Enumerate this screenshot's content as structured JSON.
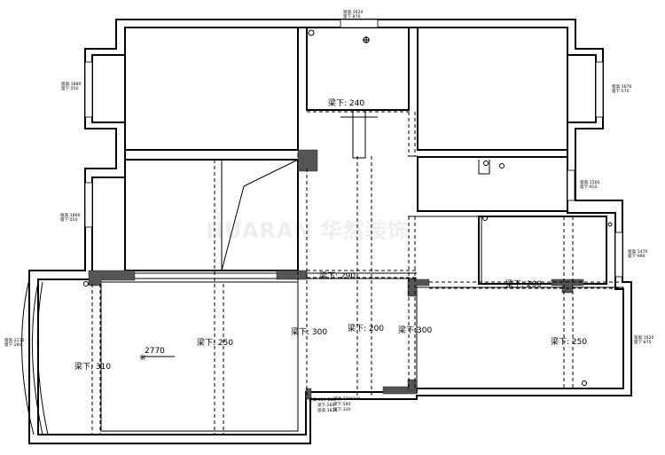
{
  "watermark": "HUARAN 华然装饰",
  "beam_labels": [
    {
      "text": "梁下: 240"
    },
    {
      "text": "梁下: 290"
    },
    {
      "text": "梁下: 200"
    },
    {
      "text": "梁下: 300"
    },
    {
      "text": "梁下: 200"
    },
    {
      "text": "梁下:300"
    },
    {
      "text": "梁下: 250"
    },
    {
      "text": "梁下: 310"
    },
    {
      "text": "梁下: 250"
    }
  ],
  "dimension": "2770",
  "room_mark": "※",
  "window_tags": [
    {
      "line1": "窗高:1620",
      "line2": "窗下:870"
    },
    {
      "line1": "窗高:1880",
      "line2": "窗下:550"
    },
    {
      "line1": "窗高:1670",
      "line2": "窗下:570"
    },
    {
      "line1": "窗高:1560",
      "line2": "窗下:910"
    },
    {
      "line1": "窗高:1860",
      "line2": "窗下:550"
    },
    {
      "line1": "窗高:1470",
      "line2": "窗下:990"
    },
    {
      "line1": "窗高:2210",
      "line2": "窗下:280"
    },
    {
      "line1": "窗高:1620",
      "line2": "窗下:870"
    }
  ],
  "pipe_notes": {
    "left": [
      "梁高:420*280",
      "梁下:280",
      "窗高:1820"
    ],
    "right": [
      "梁高:270*200",
      "梁下:580",
      "窗下:330"
    ]
  }
}
